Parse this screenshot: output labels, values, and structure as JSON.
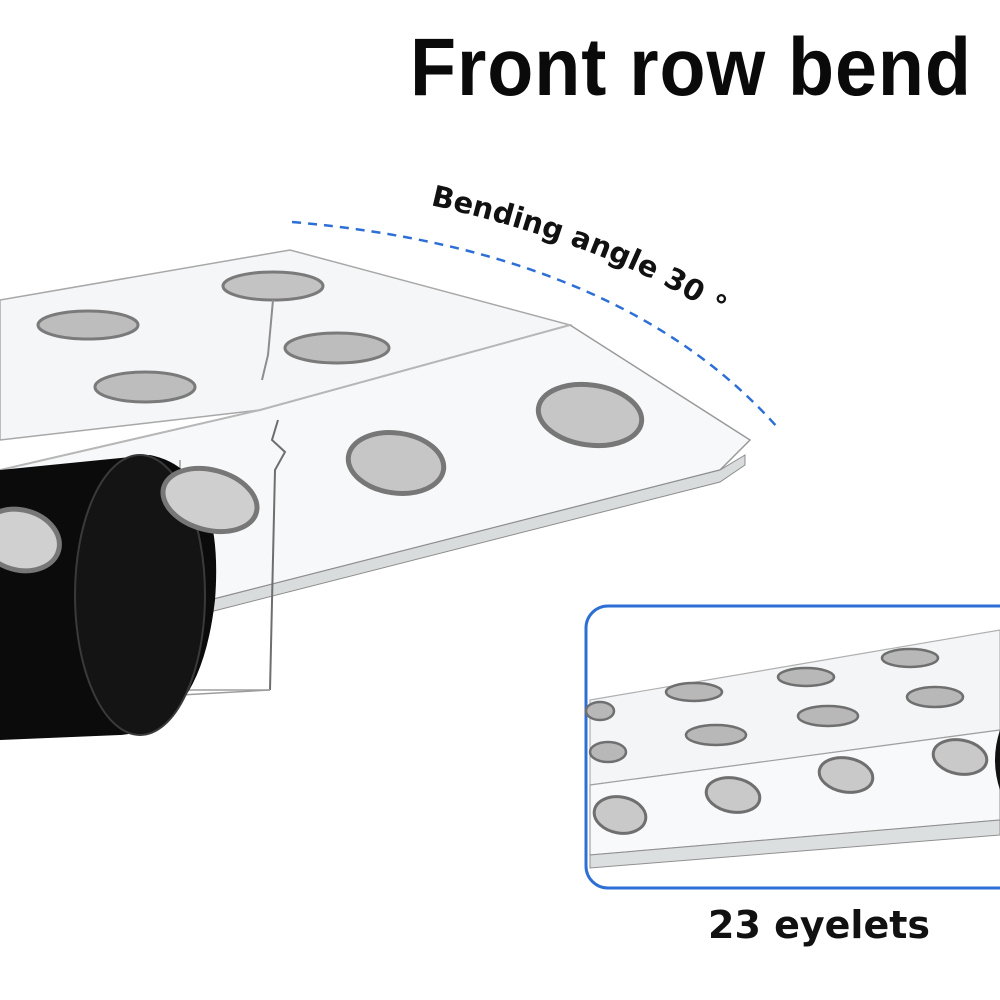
{
  "title": "Front row bend",
  "bend_label": "Bending angle 30 °",
  "inset_caption": "23 eyelets",
  "colors": {
    "accent_blue": "#2e6fd6",
    "holder_edge": "#9a9a9a",
    "hole_fill": "#bdbdbd",
    "tube_black": "#0b0b0b"
  }
}
